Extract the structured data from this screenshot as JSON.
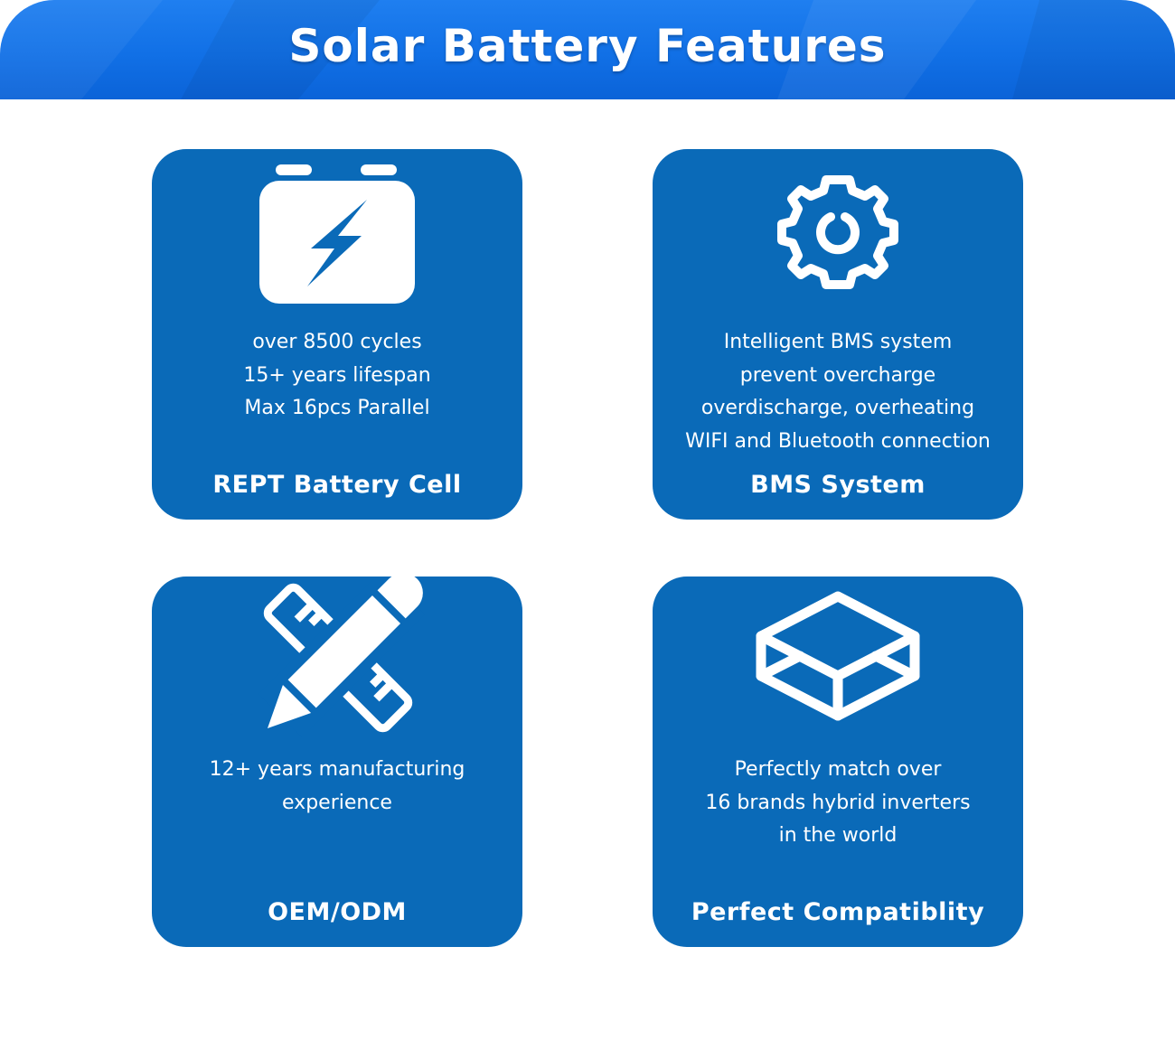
{
  "header": {
    "title": "Solar Battery Features"
  },
  "colors": {
    "card_background": "#0a6ab8",
    "banner_blue": "#1170e6",
    "text": "#ffffff"
  },
  "features": [
    {
      "icon": "battery-bolt-icon",
      "lines": [
        "over 8500 cycles",
        "15+ years lifespan",
        "Max 16pcs Parallel"
      ],
      "title": "REPT Battery Cell"
    },
    {
      "icon": "gear-icon",
      "lines": [
        "Intelligent BMS system",
        "prevent overcharge",
        "overdischarge, overheating",
        "WIFI and Bluetooth connection"
      ],
      "title": "BMS System"
    },
    {
      "icon": "pencil-ruler-icon",
      "lines": [
        "12+ years manufacturing",
        "experience"
      ],
      "title": "OEM/ODM"
    },
    {
      "icon": "layers-icon",
      "lines": [
        "Perfectly match over",
        "16 brands hybrid inverters",
        "in the world"
      ],
      "title": "Perfect Compatiblity"
    }
  ]
}
